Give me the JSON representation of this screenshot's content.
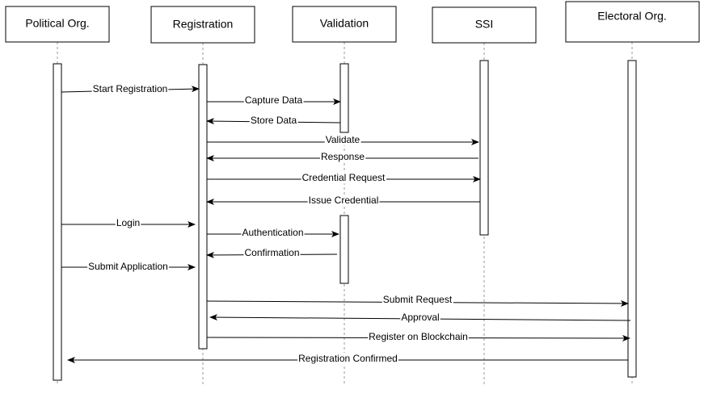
{
  "diagram": {
    "type": "sequence",
    "actors": [
      {
        "id": "political",
        "label": "Political Org."
      },
      {
        "id": "registration",
        "label": "Registration"
      },
      {
        "id": "validation",
        "label": "Validation"
      },
      {
        "id": "ssi",
        "label": "SSI"
      },
      {
        "id": "electoral",
        "label": "Electoral Org."
      }
    ],
    "messages": [
      {
        "from": "political",
        "to": "registration",
        "label": "Start Registration"
      },
      {
        "from": "registration",
        "to": "validation",
        "label": "Capture Data"
      },
      {
        "from": "validation",
        "to": "registration",
        "label": "Store Data"
      },
      {
        "from": "registration",
        "to": "ssi",
        "label": "Validate"
      },
      {
        "from": "ssi",
        "to": "registration",
        "label": "Response"
      },
      {
        "from": "registration",
        "to": "ssi",
        "label": "Credential Request"
      },
      {
        "from": "ssi",
        "to": "registration",
        "label": "Issue Credential"
      },
      {
        "from": "political",
        "to": "registration",
        "label": "Login"
      },
      {
        "from": "registration",
        "to": "validation",
        "label": "Authentication"
      },
      {
        "from": "validation",
        "to": "registration",
        "label": "Confirmation"
      },
      {
        "from": "political",
        "to": "registration",
        "label": "Submit Application"
      },
      {
        "from": "registration",
        "to": "electoral",
        "label": "Submit Request"
      },
      {
        "from": "electoral",
        "to": "registration",
        "label": "Approval"
      },
      {
        "from": "registration",
        "to": "electoral",
        "label": "Register on Blockchain"
      },
      {
        "from": "electoral",
        "to": "political",
        "label": "Registration Confirmed"
      }
    ]
  }
}
